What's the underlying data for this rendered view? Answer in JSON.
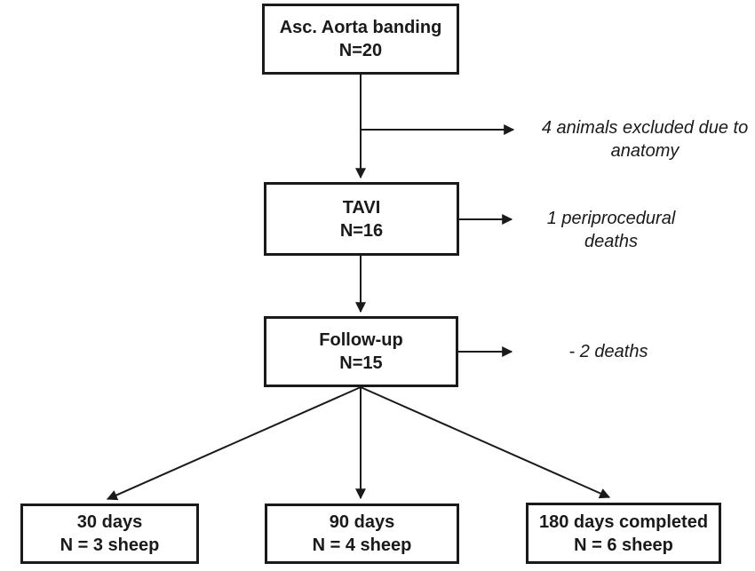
{
  "figure": {
    "type": "study-flow-diagram",
    "nodes": {
      "banding": {
        "label": "Asc. Aorta banding\nN=20"
      },
      "tavi": {
        "label": "TAVI\nN=16"
      },
      "followup": {
        "label": "Follow-up\nN=15"
      },
      "days30": {
        "label": "30 days\nN = 3 sheep"
      },
      "days90": {
        "label": "90 days\nN = 4 sheep"
      },
      "days180": {
        "label": "180 days completed\nN = 6 sheep"
      }
    },
    "annotations": {
      "excluded": {
        "label": "4 animals excluded due to\nanatomy"
      },
      "periprocedural": {
        "label": "1 periprocedural\ndeaths"
      },
      "deaths": {
        "label": "- 2 deaths"
      }
    }
  },
  "colors": {
    "ink": "#1a1a1a",
    "background": "#ffffff"
  }
}
